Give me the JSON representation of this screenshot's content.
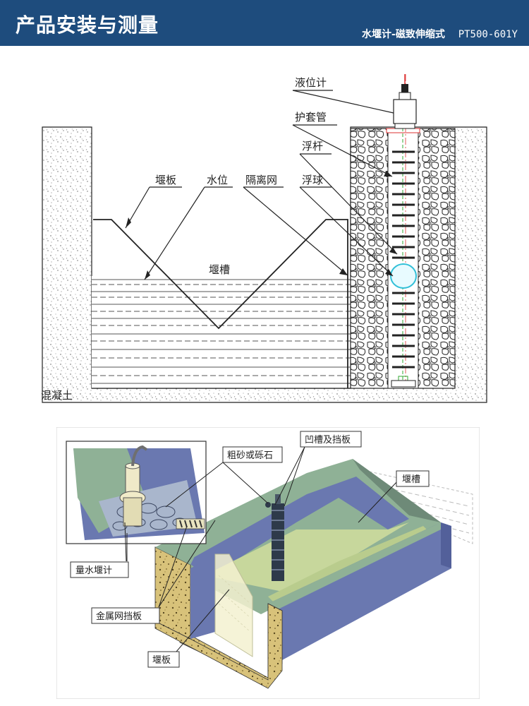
{
  "header": {
    "title": "产品安装与测量",
    "subtitle": "水堰计-磁致伸缩式",
    "model": "PT500-601Y",
    "background_color": "#1e4c7d"
  },
  "diagram_top": {
    "labels": {
      "level_meter": "液位计",
      "casing_pipe": "护套管",
      "float_rod": "浮杆",
      "float_ball": "浮球",
      "weir_plate": "堰板",
      "water_level": "水位",
      "isolation_net": "隔离网",
      "weir_channel": "堰槽",
      "concrete": "混凝土"
    }
  },
  "diagram_bottom": {
    "labels": {
      "sand_gravel": "粗砂或砾石",
      "groove_baffle": "凹槽及挡板",
      "weir_channel": "堰槽",
      "weir_meter": "量水堰计",
      "metal_mesh": "金属网挡板",
      "weir_plate": "堰板"
    }
  }
}
